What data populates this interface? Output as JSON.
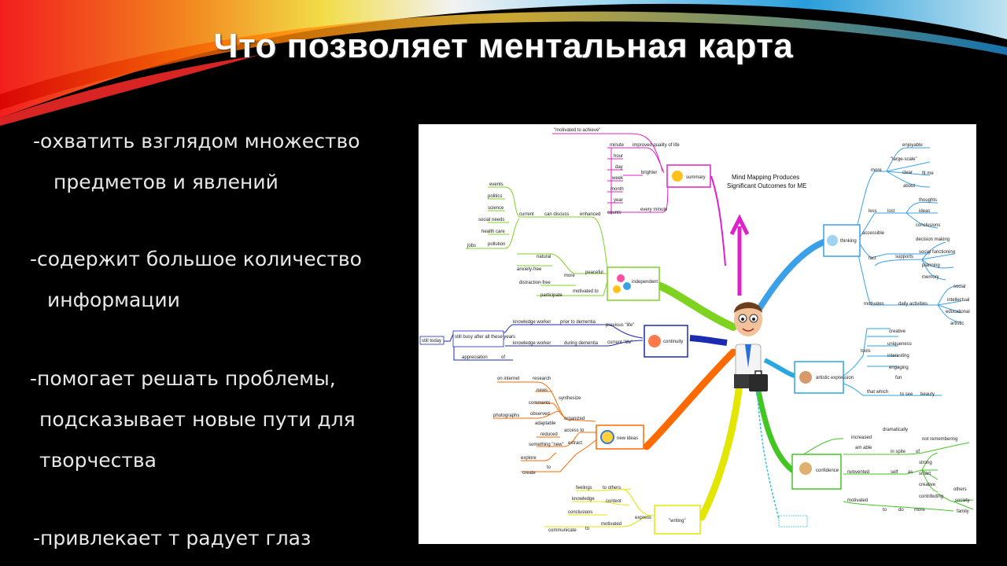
{
  "slide": {
    "title": "Что позволяет ментальная карта",
    "bullets": [
      {
        "lines": [
          "-охватить взглядом множество",
          "предметов и явлений"
        ]
      },
      {
        "lines": [
          "-содержит большое количество",
          "информации"
        ]
      },
      {
        "lines": [
          "-помогает решать проблемы,",
          "подсказывает новые пути для",
          "творчества"
        ]
      },
      {
        "lines": [
          "-привлекает т радует глаз"
        ]
      }
    ]
  },
  "mindmap": {
    "title_lines": [
      "Mind Mapping Produces",
      "Significant Outcomes for ME"
    ],
    "nodes": {
      "summary": "summary",
      "independent": "independent",
      "continuity": "continuity",
      "new_ideas": "new ideas",
      "writing": "\"writing\"",
      "confidence": "confidence",
      "artistic": "artistic expression",
      "thinking": "thinking"
    },
    "labels": {
      "motivated": "\"motivated to achieve\"",
      "improved": "improved quality of life",
      "brighter": "brighter",
      "every_minute": "every minute",
      "minute": "minute",
      "hour": "hour",
      "day": "day",
      "week": "week",
      "month": "month",
      "year": "year",
      "counts": "counts",
      "events": "events",
      "politics": "politics",
      "science": "science",
      "social_needs": "social needs",
      "jobs": "jobs",
      "health_care": "health care",
      "pollution": "pollution",
      "current": "current",
      "can_discuss": "can discuss",
      "enhanced": "enhanced",
      "natural": "natural",
      "anxiety_free": "anxiety-free",
      "distraction_free": "distraction-free",
      "more": "more",
      "peaceful": "peaceful",
      "participate": "participate",
      "motivated_to": "motivated to",
      "still_today": "still today",
      "still_busy": "still busy after all these years",
      "knowledge_worker": "knowledge worker",
      "prior_to": "prior to dementia",
      "previous_life": "previous \"life\"",
      "knowledge_worker2": "knowledge worker",
      "during_dementia": "during dementia",
      "current_life": "current \"life\"",
      "appreciation": "appreciation",
      "of": "of",
      "on_internet": "on internet",
      "research": "research",
      "news": "news",
      "comments": "comments",
      "synthesize": "synthesize",
      "photographs": "photographs",
      "observed": "observed",
      "adaptable": "adaptable",
      "organized": "organized",
      "reduced": "reduced",
      "something_new": "something \"new\"",
      "access_to": "access to",
      "extract": "extract",
      "explore": "explore",
      "create": "create",
      "to": "to",
      "feelings": "feelings",
      "to_others": "to others",
      "knowledge": "knowledge",
      "content": "content",
      "conclusions": "conclusions",
      "communicate": "communicate",
      "to2": "to",
      "motivated2": "motivated",
      "express": "express",
      "more_t": "more",
      "enjoyable": "enjoyable",
      "large_scale": "\"large-scale\"",
      "clear": "clear",
      "fit_me": "fit me",
      "about": "about",
      "less": "less",
      "lost": "lost",
      "thoughts": "thoughts",
      "ideas": "ideas",
      "conclusions2": "conclusions",
      "accessible": "accessible",
      "decision_making": "decision making",
      "social_functioning": "social functioning",
      "fact": "fact",
      "supports": "supports",
      "planning": "planning",
      "memory": "memory",
      "motivates": "motivates",
      "daily_activities": "daily activities",
      "social": "social",
      "intellectual": "intellectual",
      "educational": "educational",
      "artistic_w": "artistic",
      "tools": "tools",
      "creative": "creative",
      "uniqueness": "uniqueness",
      "interesting": "interesting",
      "engaging": "engaging",
      "fun": "fun",
      "that_which": "that which",
      "to_see": "to see",
      "beauty": "beauty",
      "increased": "increased",
      "dramatically": "dramatically",
      "in_spite": "in spite",
      "of_w": "of",
      "not_remembering": "not remembering",
      "am_able": "am able",
      "reinvented": "reinvented",
      "self": "self",
      "as": "as",
      "strong": "strong",
      "smart": "smart",
      "creative2": "creative",
      "contributing": "contributing",
      "others": "others",
      "society": "society",
      "family": "family",
      "motivated3": "motivated",
      "to3": "to",
      "do": "do",
      "more2": "more"
    }
  },
  "colors": {
    "magenta": "#e020c8",
    "green": "#7ed321",
    "blue": "#1a2bb0",
    "orange": "#ff6a00",
    "yellow": "#e3e600",
    "lightgreen": "#43c523",
    "teal": "#2aa7e0",
    "sky": "#3aa0e8",
    "cyan": "#2ec4d8"
  }
}
